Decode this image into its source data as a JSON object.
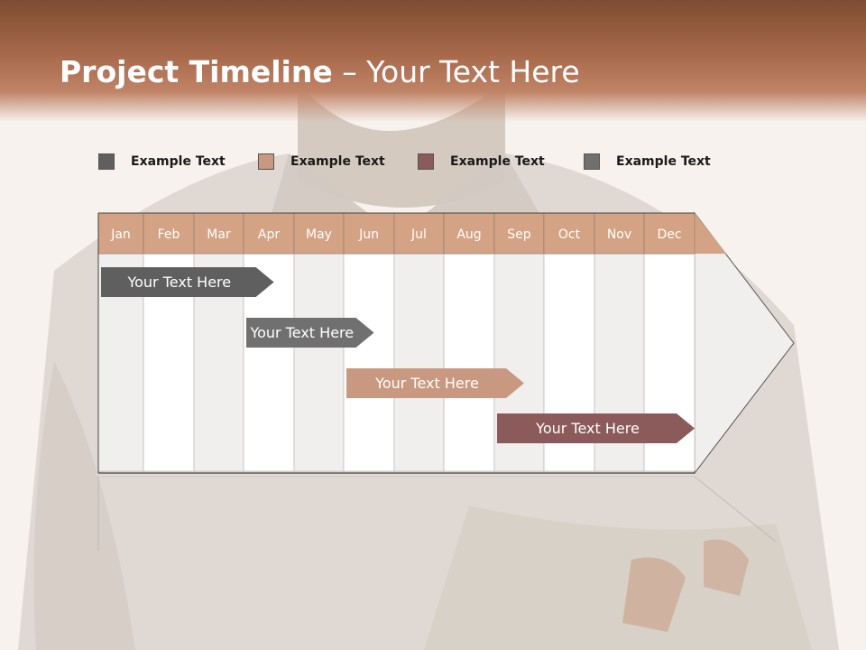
{
  "title": {
    "bold": "Project Timeline",
    "separator": " – ",
    "rest": "Your Text Here"
  },
  "legend": [
    {
      "label": "Example Text",
      "color": "#5f5f5f"
    },
    {
      "label": "Example Text",
      "color": "#c99880"
    },
    {
      "label": "Example Text",
      "color": "#8b5a5a"
    },
    {
      "label": "Example Text",
      "color": "#707070"
    }
  ],
  "months": [
    "Jan",
    "Feb",
    "Mar",
    "Apr",
    "May",
    "Jun",
    "Jul",
    "Aug",
    "Sep",
    "Oct",
    "Nov",
    "Dec"
  ],
  "tasks": [
    {
      "label": "Your  Text Here",
      "color": "#5f5f5f",
      "start_month": "Jan",
      "end_month": "Apr"
    },
    {
      "label": "Your  Text Here",
      "color": "#707070",
      "start_month": "Apr",
      "end_month": "Jun"
    },
    {
      "label": "Your  Text Here",
      "color": "#c99880",
      "start_month": "Jun",
      "end_month": "Sep"
    },
    {
      "label": "Your  Text Here",
      "color": "#8b5a5a",
      "start_month": "Sep",
      "end_month": "Dec"
    }
  ],
  "colors": {
    "header_band": "#a8694b",
    "month_header": "#d4a285",
    "month_text": "#ffffff"
  }
}
